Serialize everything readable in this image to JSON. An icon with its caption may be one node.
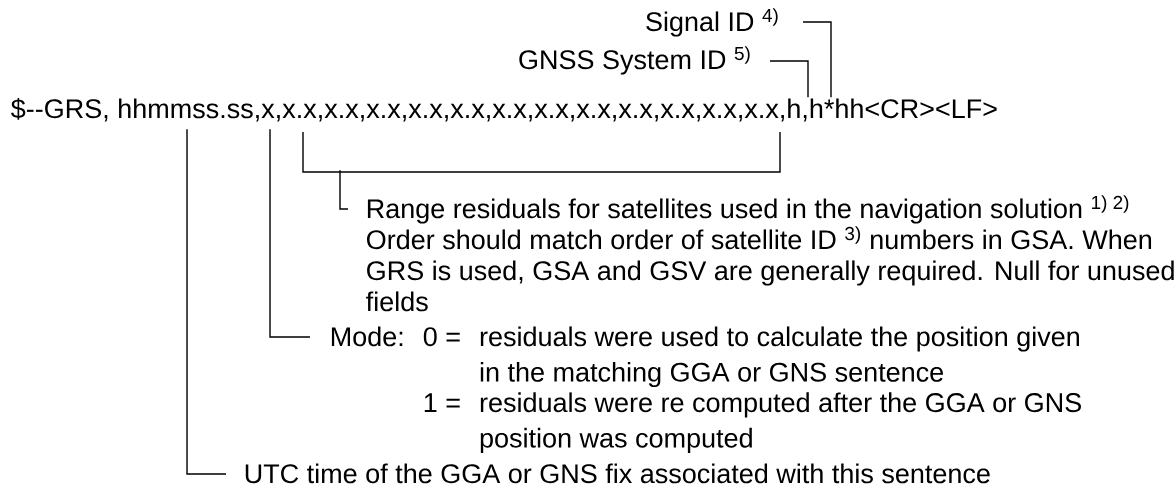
{
  "diagram": {
    "nodes": [
      {
        "text": [
          "Signal ID $^{4)}$"
        ]
      },
      {
        "text": [
          "GNSS System ID $^{5)}$"
        ]
      },
      {
        "text": [
          "$--GRS, hhmmss.ss,x,x.x,x.x,x.x,x.x,x.x,x.x,x.x,x.x,x.x,x.x,x.x,x.x,h,h*hh<CR><LF>"
        ]
      },
      {
        "text": [
          "Range residuals for satellites used in the navigation solution $^{1) 2)}$ Order should match order of satellite ID $^{3)}$ numbers in GSA. When GRS is used, GSA and GSV are generally required. Null for unused fields"
        ]
      },
      {
        "text": [
          "Mode:",
          "0 =",
          "residuals were used to calculate the position given in the matching GGA or GNS sentence",
          "1 =",
          "residuals were re computed after the GGA or GNS position was computed"
        ]
      },
      {
        "text": [
          "UTC time of the GGA or GNS fix associated with this sentence"
        ]
      }
    ],
    "edges": [
      {
        "from": 0,
        "to": 2,
        "arrow": "none"
      },
      {
        "from": 1,
        "to": 2,
        "arrow": "none"
      },
      {
        "from": 3,
        "to": 2,
        "arrow": "none"
      },
      {
        "from": 4,
        "to": 2,
        "arrow": "none"
      },
      {
        "from": 5,
        "to": 2,
        "arrow": "none"
      }
    ]
  }
}
